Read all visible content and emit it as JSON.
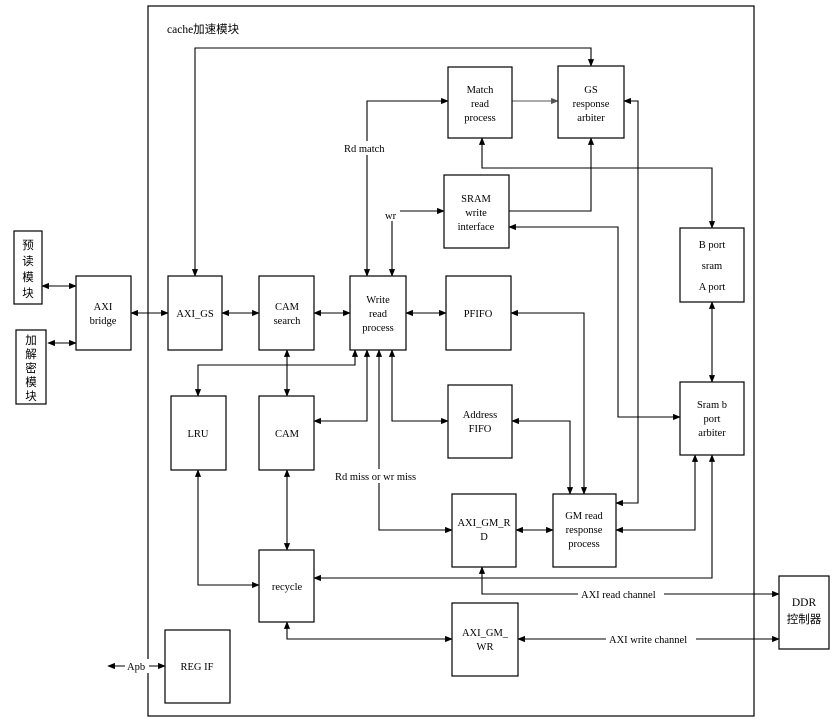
{
  "module": {
    "title": "cache加速模块"
  },
  "blocks": {
    "preread": {
      "lines": [
        "预",
        "读",
        "模",
        "块"
      ]
    },
    "crypto": {
      "lines": [
        "加",
        "解",
        "密",
        "模",
        "块"
      ]
    },
    "axi_bridge": {
      "lines": [
        "AXI",
        "bridge"
      ]
    },
    "axi_gs": {
      "lines": [
        "AXI_GS"
      ]
    },
    "cam_search": {
      "lines": [
        "CAM",
        "search"
      ]
    },
    "write_read_process": {
      "lines": [
        "Write",
        "read",
        "process"
      ]
    },
    "pfifo": {
      "lines": [
        "PFIFO"
      ]
    },
    "match_read_process": {
      "lines": [
        "Match",
        "read",
        "process"
      ]
    },
    "gs_response_arbiter": {
      "lines": [
        "GS",
        "response",
        "arbiter"
      ]
    },
    "sram_write_interface": {
      "lines": [
        "SRAM",
        "write",
        "interface"
      ]
    },
    "sram": {
      "lines": [
        "B port",
        "sram",
        "A port"
      ]
    },
    "lru": {
      "lines": [
        "LRU"
      ]
    },
    "cam": {
      "lines": [
        "CAM"
      ]
    },
    "address_fifo": {
      "lines": [
        "Address",
        "FIFO"
      ]
    },
    "sram_b_port_arbiter": {
      "lines": [
        "Sram b",
        "port",
        "arbiter"
      ]
    },
    "axi_gm_rd": {
      "lines": [
        "AXI_GM_R",
        "D"
      ]
    },
    "gm_read_response_process": {
      "lines": [
        "GM read",
        "response",
        "process"
      ]
    },
    "recycle": {
      "lines": [
        "recycle"
      ]
    },
    "axi_gm_wr": {
      "lines": [
        "AXI_GM_",
        "WR"
      ]
    },
    "reg_if": {
      "lines": [
        "REG IF"
      ]
    },
    "ddr": {
      "lines": [
        "DDR",
        "控制器"
      ]
    }
  },
  "labels": {
    "rd_match": "Rd match",
    "wr": "wr",
    "rd_miss_or_wr_miss": "Rd miss or wr miss",
    "axi_read_channel": "AXI read channel",
    "axi_write_channel": "AXI write channel",
    "apb": "Apb"
  }
}
